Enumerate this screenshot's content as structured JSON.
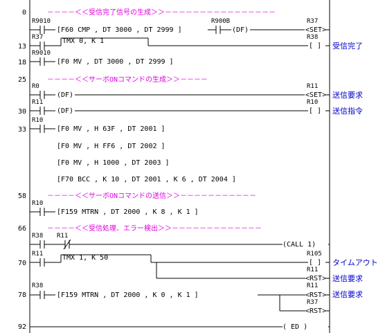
{
  "steps": [
    "0",
    "13",
    "18",
    "25",
    "30",
    "33",
    "58",
    "66",
    "70",
    "78",
    "92"
  ],
  "comments": {
    "c1": "－－－－＜＜受信完了信号の生成＞＞－－－－－－－－－－－－－－－－",
    "c2": "－－－－＜＜サーボONコマンドの生成＞＞－－－－",
    "c3": "－－－－＜＜サーボONコマンドの送信＞＞－－－－－－－－－－－",
    "c4": "－－－－＜＜受信処理、エラー検出＞＞－－－－－－－－－－－－－"
  },
  "devices": {
    "r9010_a": "R9010",
    "r900b": "R900B",
    "r37_a": "R37",
    "r37_b": "R37",
    "r38_a": "R38",
    "r9010_b": "R9010",
    "r0": "R0",
    "r11_a": "R11",
    "r11_b": "R11",
    "r10_a": "R10",
    "r10_b": "R10",
    "r10_c": "R10",
    "r38_b": "R38",
    "r11_c": "R11",
    "r11_d": "R11",
    "r105": "R105",
    "r11_e": "R11",
    "r38_c": "R38",
    "r11_f": "R11",
    "r37_c": "R37"
  },
  "instructions": {
    "cmp": "[F60 CMP    ,   DT 3000  ,   DT 2999 ]",
    "tmx0": "TMX       0,   K       1",
    "mv1": "[F0 MV    ,   DT 3000  ,   DT 2999 ]",
    "df1": "(DF)",
    "df2": "(DF)",
    "df3": "(DF)",
    "mv2": "[F0 MV     ,   H 63F     ,   DT 2001 ]",
    "mv3": "[F0 MV     ,   H FF6     ,   DT 2002 ]",
    "mv4": "[F0 MV     ,   H 1000    ,   DT 2003 ]",
    "bcc": "[F70 BCC    ,   K 10      ,   DT 2001 ,   K 6     ,   DT 2004 ]",
    "mtrn1": "[F159 MTRN   ,   DT 2000  ,   K 8      ,   K 1      ]",
    "call": "(CALL     1)",
    "tmx1": "TMX      1,   K     50",
    "mtrn2": "[F159 MTRN  ,   DT 2000  ,   K 0      ,   K 1      ]",
    "ed": "(    ED     )"
  },
  "outputs": {
    "set37": "<SET>",
    "coil38": "[   ]",
    "set11": "<SET>",
    "coil10": "[   ]",
    "coil105": "[   ]",
    "rst11a": "<RST>",
    "rst11b": "<RST>",
    "rst37": "<RST>"
  },
  "labels": {
    "l1": "受信完了",
    "l2": "送信要求",
    "l3": "送信指令",
    "l4": "タイムアウト",
    "l5": "送信要求",
    "l6": "送信要求"
  }
}
